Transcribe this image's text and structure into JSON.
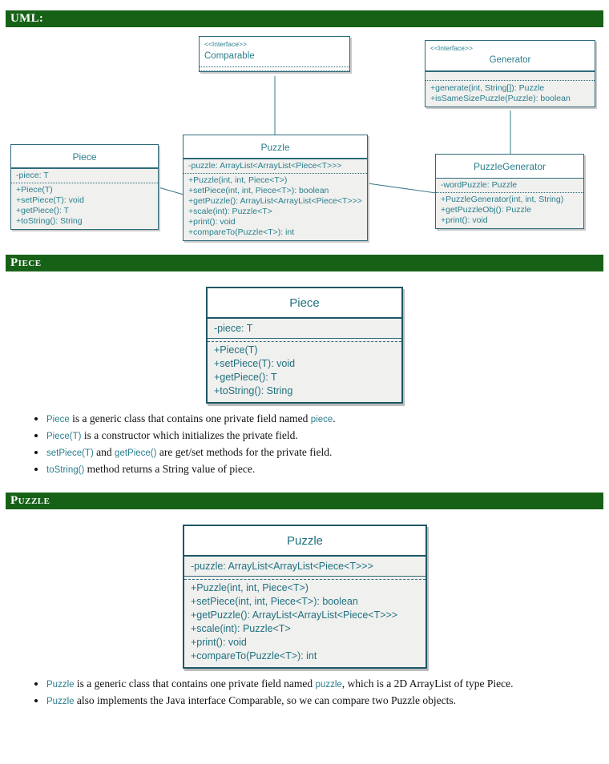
{
  "sections": {
    "uml": {
      "title": "UML:"
    },
    "piece": {
      "title": "Piece"
    },
    "puzzle": {
      "title": "Puzzle"
    }
  },
  "uml_diagram": {
    "comparable": {
      "stereotype": "<<Interface>>",
      "name": "Comparable"
    },
    "generator": {
      "stereotype": "<<Interface>>",
      "name": "Generator",
      "methods": [
        "+generate(int, String[]): Puzzle",
        "+isSameSizePuzzle(Puzzle): boolean"
      ]
    },
    "piece": {
      "name": "Piece",
      "field": "-piece: T",
      "methods": [
        "+Piece(T)",
        "+setPiece(T): void",
        "+getPiece(): T",
        "+toString(): String"
      ]
    },
    "puzzle": {
      "name": "Puzzle",
      "field": "-puzzle: ArrayList<ArrayList<Piece<T>>>",
      "methods": [
        "+Puzzle(int, int, Piece<T>)",
        "+setPiece(int, int, Piece<T>): boolean",
        "+getPuzzle(): ArrayList<ArrayList<Piece<T>>>",
        "+scale(int): Puzzle<T>",
        "+print(): void",
        "+compareTo(Puzzle<T>): int"
      ]
    },
    "puzzle_generator": {
      "name": "PuzzleGenerator",
      "field": "-wordPuzzle: Puzzle",
      "methods": [
        "+PuzzleGenerator(int, int, String)",
        "+getPuzzleObj(): Puzzle",
        "+print(): void"
      ]
    }
  },
  "piece_section": {
    "class_box": {
      "name": "Piece",
      "field": "-piece: T",
      "methods": [
        "+Piece(T)",
        "+setPiece(T): void",
        "+getPiece(): T",
        "+toString(): String"
      ]
    },
    "bullets": [
      [
        {
          "c": true,
          "t": "Piece"
        },
        {
          "t": " is a generic class that contains one private field named "
        },
        {
          "c": true,
          "t": "piece"
        },
        {
          "t": "."
        }
      ],
      [
        {
          "c": true,
          "t": "Piece(T)"
        },
        {
          "t": " is a constructor which initializes the private field."
        }
      ],
      [
        {
          "c": true,
          "t": "setPiece(T)"
        },
        {
          "t": " and "
        },
        {
          "c": true,
          "t": "getPiece()"
        },
        {
          "t": " are get/set methods for the private field."
        }
      ],
      [
        {
          "c": true,
          "t": "toString()"
        },
        {
          "t": " method returns a String value of piece."
        }
      ]
    ]
  },
  "puzzle_section": {
    "class_box": {
      "name": "Puzzle",
      "field": "-puzzle: ArrayList<ArrayList<Piece<T>>>",
      "methods": [
        "+Puzzle(int, int, Piece<T>)",
        "+setPiece(int, int, Piece<T>): boolean",
        "+getPuzzle(): ArrayList<ArrayList<Piece<T>>>",
        "+scale(int): Puzzle<T>",
        "+print(): void",
        "+compareTo(Puzzle<T>): int"
      ]
    },
    "bullets": [
      [
        {
          "c": true,
          "t": "Puzzle"
        },
        {
          "t": " is a generic class that contains one private field named "
        },
        {
          "c": true,
          "t": "puzzle"
        },
        {
          "t": ", which is a 2D ArrayList of type Piece."
        }
      ],
      [
        {
          "c": true,
          "t": "Puzzle"
        },
        {
          "t": " also implements the Java interface Comparable, so we can compare two Puzzle objects."
        }
      ]
    ]
  },
  "colors": {
    "header_bar": "#176117",
    "uml_text": "#2a7f8d",
    "uml_border": "#2d6b7a",
    "body_gray": "#f0f0ee"
  }
}
